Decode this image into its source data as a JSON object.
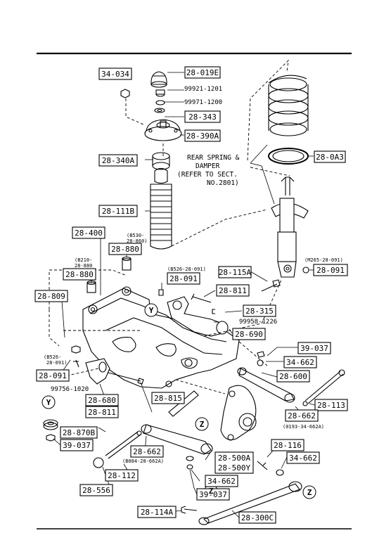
{
  "boxed_labels": [
    {
      "id": "34-034",
      "text": "34-034"
    },
    {
      "id": "28-019E",
      "text": "28-019E"
    },
    {
      "id": "28-343",
      "text": "28-343"
    },
    {
      "id": "28-390A",
      "text": "28-390A"
    },
    {
      "id": "28-0A3",
      "text": "28-0A3"
    },
    {
      "id": "28-340A",
      "text": "28-340A"
    },
    {
      "id": "28-111B",
      "text": "28-111B"
    },
    {
      "id": "28-400",
      "text": "28-400"
    },
    {
      "id": "28-880a",
      "text": "28-880"
    },
    {
      "id": "28-880b",
      "text": "28-880"
    },
    {
      "id": "28-809",
      "text": "28-809"
    },
    {
      "id": "28-091a",
      "text": "28-091"
    },
    {
      "id": "28-115A",
      "text": "28-115A"
    },
    {
      "id": "28-091b",
      "text": "28-091"
    },
    {
      "id": "28-811a",
      "text": "28-811"
    },
    {
      "id": "28-315",
      "text": "28-315"
    },
    {
      "id": "28-690",
      "text": "28-690"
    },
    {
      "id": "28-091c",
      "text": "28-091"
    },
    {
      "id": "39-037a",
      "text": "39-037"
    },
    {
      "id": "34-662a",
      "text": "34-662"
    },
    {
      "id": "28-600",
      "text": "28-600"
    },
    {
      "id": "28-680",
      "text": "28-680"
    },
    {
      "id": "28-811b",
      "text": "28-811"
    },
    {
      "id": "28-815",
      "text": "28-815"
    },
    {
      "id": "28-113",
      "text": "28-113"
    },
    {
      "id": "28-662a",
      "text": "28-662"
    },
    {
      "id": "28-870B",
      "text": "28-870B"
    },
    {
      "id": "39-037b",
      "text": "39-037"
    },
    {
      "id": "28-662b",
      "text": "28-662"
    },
    {
      "id": "28-116",
      "text": "28-116"
    },
    {
      "id": "28-500",
      "text": "28-500A\n28-500Y"
    },
    {
      "id": "34-662b",
      "text": "34-662"
    },
    {
      "id": "28-112",
      "text": "28-112"
    },
    {
      "id": "34-662c",
      "text": "34-662"
    },
    {
      "id": "28-556",
      "text": "28-556"
    },
    {
      "id": "39-037c",
      "text": "39-037"
    },
    {
      "id": "28-114A",
      "text": "28-114A"
    },
    {
      "id": "28-300C",
      "text": "28-300C"
    }
  ],
  "plain_labels": [
    {
      "id": "p1",
      "text": "99921-1201"
    },
    {
      "id": "p2",
      "text": "99971-1200"
    },
    {
      "id": "p3",
      "text": "REAR SPRING &"
    },
    {
      "id": "p4",
      "text": "DAMPER"
    },
    {
      "id": "p5",
      "text": "(REFER TO SECT."
    },
    {
      "id": "p6",
      "text": "NO.2801)"
    },
    {
      "id": "p7",
      "text": "(B530-"
    },
    {
      "id": "p8",
      "text": "28-860)"
    },
    {
      "id": "p9",
      "text": "(B210-"
    },
    {
      "id": "p10",
      "text": "28-880"
    },
    {
      "id": "p11",
      "text": "(B526-28-091)"
    },
    {
      "id": "p12",
      "text": "(M265-28-091)"
    },
    {
      "id": "p13",
      "text": "99958-1226"
    },
    {
      "id": "p14",
      "text": "(B526-"
    },
    {
      "id": "p15",
      "text": "28-091)"
    },
    {
      "id": "p16",
      "text": "99756-1020"
    },
    {
      "id": "p17",
      "text": "(0193-34-662A)"
    },
    {
      "id": "p18",
      "text": "(B084-28-662A)"
    }
  ],
  "callouts": [
    {
      "id": "Y1",
      "text": "Y"
    },
    {
      "id": "Y2",
      "text": "Y"
    },
    {
      "id": "Z1",
      "text": "Z"
    },
    {
      "id": "Z2",
      "text": "Z"
    },
    {
      "id": "Z3",
      "text": "Z"
    }
  ]
}
